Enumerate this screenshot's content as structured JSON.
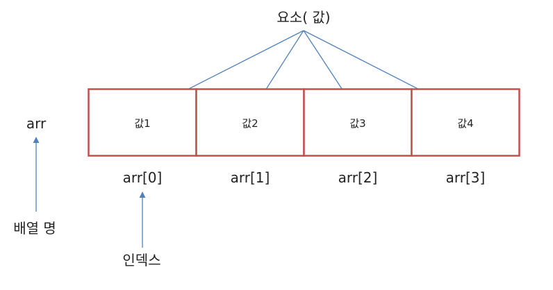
{
  "element_label": "요소( 값)",
  "array_name": "arr",
  "cells": [
    {
      "value": "값1",
      "index_label": "arr[0]"
    },
    {
      "value": "값2",
      "index_label": "arr[1]"
    },
    {
      "value": "값3",
      "index_label": "arr[2]"
    },
    {
      "value": "값4",
      "index_label": "arr[3]"
    }
  ],
  "array_name_caption": "배열 명",
  "index_caption": "인덱스",
  "colors": {
    "cell_border": "#c0504d",
    "arrow": "#4f81bd",
    "text": "#222222"
  }
}
